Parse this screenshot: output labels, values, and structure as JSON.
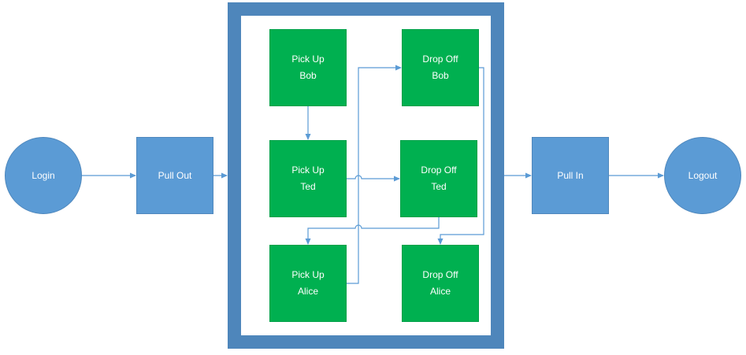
{
  "colors": {
    "circle": "#5b9bd5",
    "box": "#5b9bd5",
    "task": "#00b050",
    "frame": "#4e86bb",
    "edge": "#5b9bd5"
  },
  "nodes": {
    "login": "Login",
    "pull_out": "Pull Out",
    "pull_in": "Pull In",
    "logout": "Logout",
    "pickup_bob": {
      "line1": "Pick Up",
      "line2": "Bob"
    },
    "pickup_ted": {
      "line1": "Pick Up",
      "line2": "Ted"
    },
    "pickup_alice": {
      "line1": "Pick Up",
      "line2": "Alice"
    },
    "dropoff_bob": {
      "line1": "Drop Off",
      "line2": "Bob"
    },
    "dropoff_ted": {
      "line1": "Drop Off",
      "line2": "Ted"
    },
    "dropoff_alice": {
      "line1": "Drop Off",
      "line2": "Alice"
    }
  }
}
